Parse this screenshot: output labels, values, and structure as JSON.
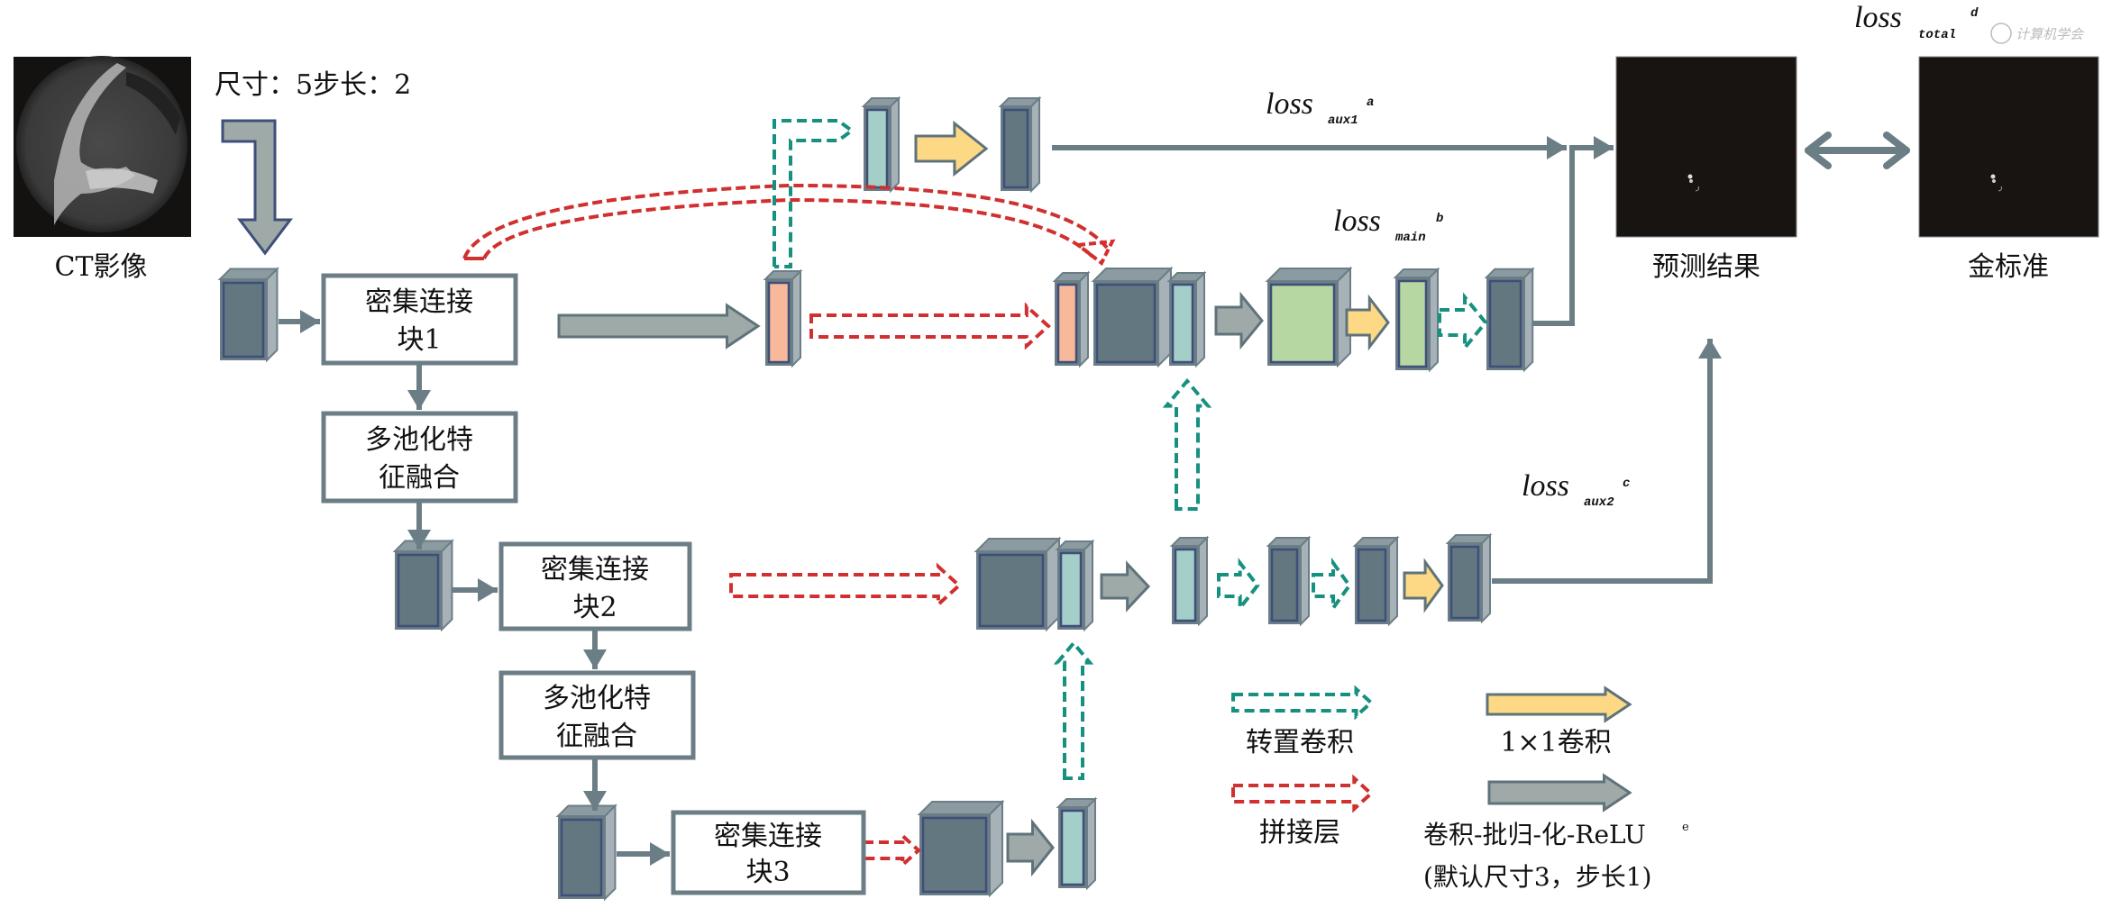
{
  "figure": {
    "input_image_label": "CT影像",
    "input_conv_note": "尺寸：5步长：2",
    "prediction_label": "预测结果",
    "ground_truth_label": "金标准",
    "watermark": "计算机学会"
  },
  "blocks": {
    "dense_block_1": [
      "密集连接",
      "块1"
    ],
    "pool_fusion_1": [
      "多池化特",
      "征融合"
    ],
    "dense_block_2": [
      "密集连接",
      "块2"
    ],
    "pool_fusion_2": [
      "多池化特",
      "征融合"
    ],
    "dense_block_3": [
      "密集连接",
      "块3"
    ]
  },
  "losses": {
    "aux1": {
      "base": "loss",
      "sub": "aux1",
      "sup": "a"
    },
    "main": {
      "base": "loss",
      "sub": "main",
      "sup": "b"
    },
    "aux2": {
      "base": "loss",
      "sub": "aux2",
      "sup": "c"
    },
    "total": {
      "base": "loss",
      "sub": "total",
      "sup": "d"
    }
  },
  "legend": {
    "transposed_conv": "转置卷积",
    "concat": "拼接层",
    "conv1x1": "1×1卷积",
    "conv_bn_relu_line1": "卷积-批归-化-ReLU",
    "conv_bn_relu_sup": "e",
    "conv_bn_relu_line2": "(默认尺寸3，步长1)"
  },
  "colors": {
    "arrow_gray": "#9ea9a8",
    "arrow_outline": "#5f737b",
    "arrow_yellow": "#fdd985",
    "dashed_teal": "#16907f",
    "dashed_red": "#d0302f",
    "cube_dark": "#637780",
    "cube_teal": "#a4cfc8",
    "cube_orange": "#f8b99a",
    "cube_green": "#b6d7a1",
    "cube_outline": "#3e4f7a",
    "cube_side": "#a6b2b7",
    "box_border": "#6b7e86",
    "image_bg": "#181412"
  }
}
